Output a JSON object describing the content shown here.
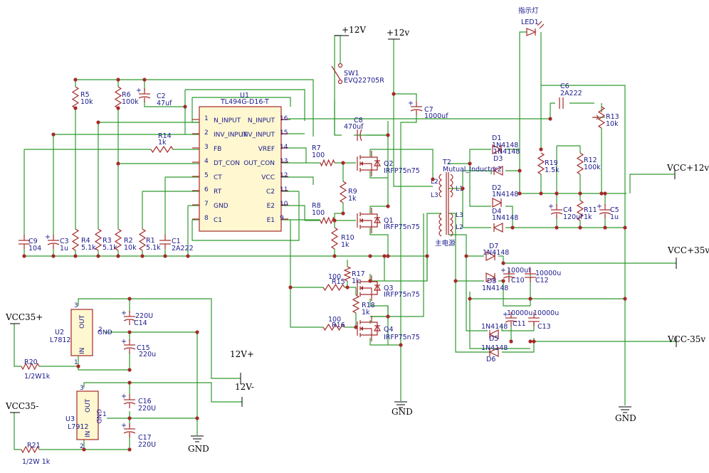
{
  "power": {
    "p12v_top": "+12V",
    "p12v_top2": "+12v",
    "vcc12": "VCC+12v",
    "vcc35": "VCC+35v",
    "vccm35": "VCC-35v",
    "vcc35p_in": "VCC35+",
    "vcc35m_in": "VCC35-",
    "out12p": "12V+",
    "out12m": "12V-",
    "gnd": "GND"
  },
  "u1": {
    "ref": "U1",
    "part": "TL494G-D16-T",
    "pins_left": [
      {
        "num": "1",
        "name": "N_INPUT"
      },
      {
        "num": "2",
        "name": "INV_INPUT"
      },
      {
        "num": "3",
        "name": "FB"
      },
      {
        "num": "4",
        "name": "DT_CON"
      },
      {
        "num": "5",
        "name": "CT"
      },
      {
        "num": "6",
        "name": "RT"
      },
      {
        "num": "7",
        "name": "GND"
      },
      {
        "num": "8",
        "name": "C1"
      }
    ],
    "pins_right": [
      {
        "num": "16",
        "name": "N_INPUT"
      },
      {
        "num": "15",
        "name": "INV_INPUT"
      },
      {
        "num": "14",
        "name": "VREF"
      },
      {
        "num": "13",
        "name": "OUT_CON"
      },
      {
        "num": "12",
        "name": "VCC"
      },
      {
        "num": "11",
        "name": "C2"
      },
      {
        "num": "10",
        "name": "E2"
      },
      {
        "num": "9",
        "name": "E1"
      }
    ]
  },
  "components": {
    "R5": {
      "ref": "R5",
      "val": "10k"
    },
    "R6": {
      "ref": "R6",
      "val": "100k"
    },
    "C2": {
      "ref": "C2",
      "val": "47uf"
    },
    "R14": {
      "ref": "R14",
      "val": "1k"
    },
    "C9": {
      "ref": "C9",
      "val": "104"
    },
    "C3": {
      "ref": "C3",
      "val": "1u"
    },
    "R4": {
      "ref": "R4",
      "val": "5.1k"
    },
    "R3": {
      "ref": "R3",
      "val": "5.1k"
    },
    "R2": {
      "ref": "R2",
      "val": "10k"
    },
    "R1": {
      "ref": "R1",
      "val": "5.1k"
    },
    "C1": {
      "ref": "C1",
      "val": "2A222"
    },
    "SW1": {
      "ref": "SW1",
      "val": "EVQ22705R"
    },
    "R7": {
      "ref": "R7",
      "val": "100"
    },
    "R8": {
      "ref": "R8",
      "val": "100"
    },
    "R9": {
      "ref": "R9",
      "val": "1k"
    },
    "R10": {
      "ref": "R10",
      "val": "1k"
    },
    "Q2": {
      "ref": "Q2",
      "val": "IRFP75n75"
    },
    "Q1": {
      "ref": "Q1",
      "val": "IRFP75n75"
    },
    "Q3": {
      "ref": "Q3",
      "val": "IRFP75n75"
    },
    "Q4": {
      "ref": "Q4",
      "val": "IRFP75n75"
    },
    "R15": {
      "ref": "R15",
      "val": "100"
    },
    "R16": {
      "ref": "R16",
      "val": "100"
    },
    "R17": {
      "ref": "R17",
      "val": "1k"
    },
    "R18": {
      "ref": "R18",
      "val": "1k"
    },
    "C7": {
      "ref": "C7",
      "val": "1000uf"
    },
    "C8": {
      "ref": "C8",
      "val": "470uf"
    },
    "T2": {
      "ref": "T2",
      "val": "Mutual_Inductor2"
    },
    "T2_name": "主电源",
    "D1": {
      "ref": "D1",
      "val": "1N4148"
    },
    "D2": {
      "ref": "D2",
      "val": "1N4148"
    },
    "D3": {
      "ref": "D3",
      "val": "1N4148"
    },
    "D4": {
      "ref": "D4",
      "val": "1N4148"
    },
    "D5": {
      "ref": "D5",
      "val": "1N4148"
    },
    "D6": {
      "ref": "D6",
      "val": "1N4148"
    },
    "D7": {
      "ref": "D7",
      "val": "1N4148"
    },
    "D8": {
      "ref": "D8",
      "val": "1N4148"
    },
    "LED1": {
      "ref": "LED1",
      "val": "指示灯"
    },
    "C6": {
      "ref": "C6",
      "val": "2A222"
    },
    "R13": {
      "ref": "R13",
      "val": "10k"
    },
    "R19": {
      "ref": "R19",
      "val": "1.5k"
    },
    "R12": {
      "ref": "R12",
      "val": "100k"
    },
    "C4": {
      "ref": "C4",
      "val": "120uf"
    },
    "R11": {
      "ref": "R11",
      "val": "1k"
    },
    "C5": {
      "ref": "C5",
      "val": "1u"
    },
    "C10": {
      "ref": "C10",
      "val": "1000uf"
    },
    "C12": {
      "ref": "C12",
      "val": "10000u"
    },
    "C11": {
      "ref": "C11",
      "val": "10000u"
    },
    "C13": {
      "ref": "C13",
      "val": "10000u"
    },
    "U2": {
      "ref": "U2",
      "val": "L7812"
    },
    "U3": {
      "ref": "U3",
      "val": "L7912"
    },
    "C14": {
      "ref": "C14",
      "val": "220U"
    },
    "C15": {
      "ref": "C15",
      "val": "220u"
    },
    "C16": {
      "ref": "C16",
      "val": "220U"
    },
    "C17": {
      "ref": "C17",
      "val": "220U"
    },
    "R20": {
      "ref": "R20",
      "val": "1/2W1k"
    },
    "R21": {
      "ref": "R21",
      "val": "1/2W 1k"
    }
  },
  "reg_pins": {
    "out": "OUT",
    "in": "IN",
    "gnd": "GND",
    "n1": "1",
    "n2": "2",
    "n3": "3"
  },
  "tx_pins": {
    "l1": "L1",
    "l2": "L2",
    "l3": "L3"
  }
}
